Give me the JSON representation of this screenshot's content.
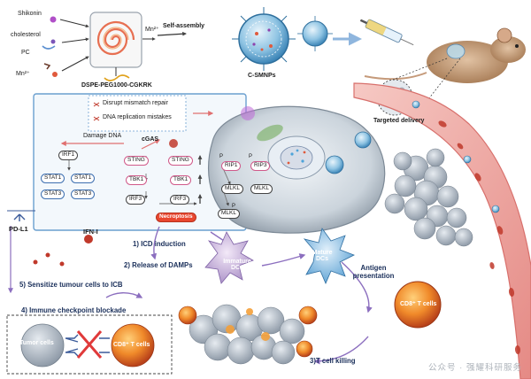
{
  "synthesis": {
    "shikonin": "Shikonin",
    "cholesterol": "cholesterol",
    "pc": "PC",
    "mn_left": "Mn²⁺",
    "mn_right": "Mn²⁺",
    "dspe": "DSPE-PEG1000-CGKRK",
    "self_assembly": "Self-assembly",
    "product": "C-SMNPs"
  },
  "delivery": {
    "targeted": "Targeted  delivery"
  },
  "cell_panel": {
    "disrupt": "Disrupt mismatch repair",
    "replication": "DNA replication mistakes",
    "damage": "Damage DNA",
    "cgas": "cGAS",
    "irf1": "IRF1",
    "stat1_a": "STAT1",
    "stat1_b": "STAT1",
    "stat3_a": "STAT3",
    "stat3_b": "STAT3",
    "sting_a": "STING",
    "sting_b": "STING",
    "tbk1_a": "TBK1",
    "tbk1_b": "TBK1",
    "irf3_a": "IRF3",
    "irf3_b": "IRF3",
    "rip1": "RIP1",
    "rip3": "RIP3",
    "mlkl_a": "MLKL",
    "mlkl_b": "MLKL",
    "mlkl_c": "MLKL",
    "necroptosis": "Necroptosis",
    "p": "P"
  },
  "outcomes": {
    "pdl1": "PD-L1",
    "ifn": "IFN-I",
    "step1": "1) ICD induction",
    "step2": "2) Release of DAMPs",
    "immature": "Immature DCs",
    "mature": "Mature DCs",
    "antigen": "Antigen presentation",
    "step5": "5) Sensitize tumour cells to ICB",
    "step4": "4) Immune checkpoint blockade",
    "tumor_cells": "Tumor cells",
    "cd8_left": "CD8⁺ T cells",
    "cd8_right": "CD8⁺ T cells",
    "step3": "3)T cell killing"
  },
  "watermark": "公众号 · 强耀科研服务"
}
